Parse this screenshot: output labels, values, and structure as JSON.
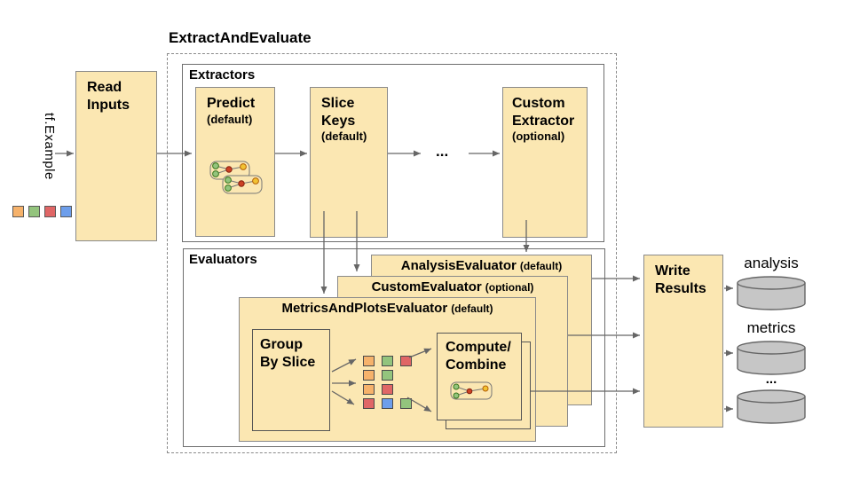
{
  "palette": {
    "box_fill": "#FBE7B2",
    "box_border": "#8A8A8A",
    "arrow": "#666666",
    "orange": "#F6B26B",
    "green": "#93C47D",
    "red": "#E06666",
    "blue": "#6D9EEB",
    "node_green": "#93C47D",
    "node_red": "#CC4125",
    "node_yellow": "#F1C232",
    "cylinder_fill": "#C6C6C6"
  },
  "title": "ExtractAndEvaluate",
  "input": {
    "label": "tf.Example",
    "legend": [
      "orange",
      "green",
      "red",
      "blue"
    ]
  },
  "read_inputs": {
    "label": "Read\nInputs"
  },
  "extractors": {
    "label": "Extractors",
    "predict": {
      "name": "Predict",
      "qualifier": "(default)"
    },
    "slice_keys": {
      "name": "Slice\nKeys",
      "qualifier": "(default)"
    },
    "ellipsis": "...",
    "custom": {
      "name": "Custom\nExtractor",
      "qualifier": "(optional)"
    }
  },
  "evaluators": {
    "label": "Evaluators",
    "analysis": {
      "name": "AnalysisEvaluator",
      "qualifier": "(default)"
    },
    "custom": {
      "name": "CustomEvaluator",
      "qualifier": "(optional)"
    },
    "metrics_and_plots": {
      "name": "MetricsAndPlotsEvaluator",
      "qualifier": "(default)",
      "group_by_slice": "Group\nBy Slice",
      "compute_combine": "Compute/\nCombine",
      "slice_rows": [
        [
          "orange",
          "green",
          "red"
        ],
        [
          "orange",
          "green"
        ],
        [
          "orange",
          "red"
        ],
        [
          "red",
          "blue",
          "green"
        ]
      ]
    }
  },
  "write_results": {
    "label": "Write\nResults"
  },
  "outputs": [
    {
      "label": "analysis"
    },
    {
      "label": "metrics"
    },
    {
      "label": "..."
    }
  ]
}
